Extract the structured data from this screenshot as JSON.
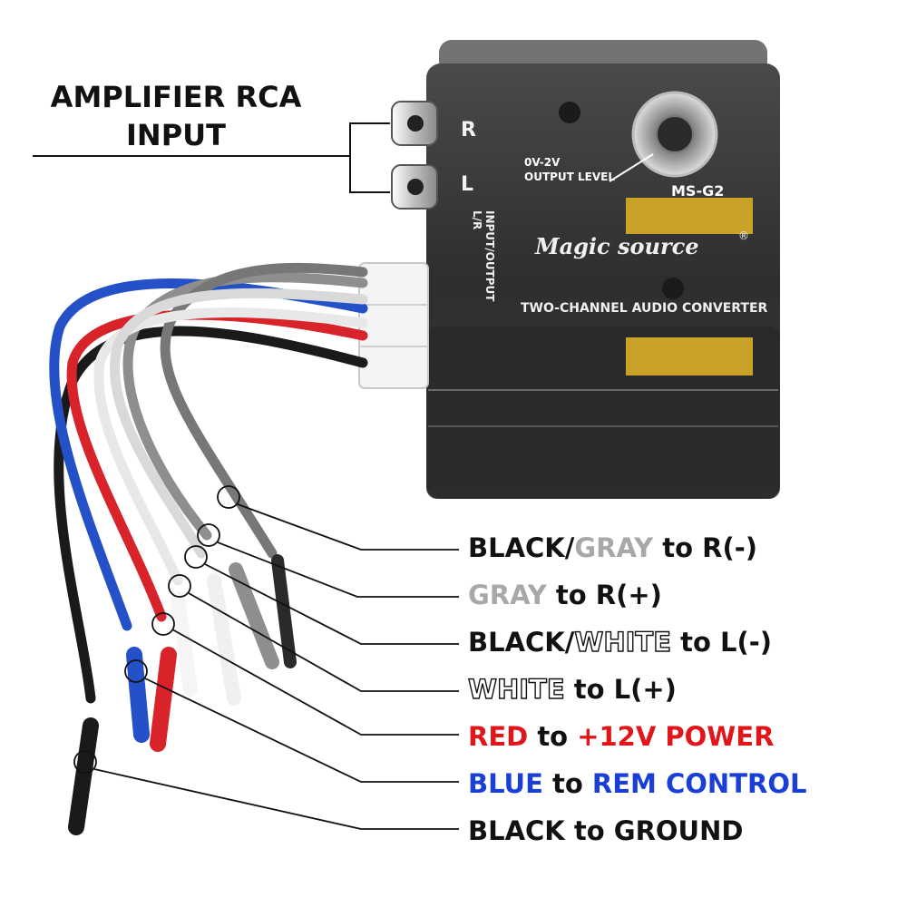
{
  "colors": {
    "label_black": "#111111",
    "label_gray": "#a8a8a8",
    "label_red": "#e0161b",
    "label_blue": "#1a3fd6",
    "housing": "#3a3a3a",
    "wire_black": "#1a1a1a",
    "wire_gray": "#8e8e8e",
    "wire_white": "#f2f2f2",
    "wire_red": "#d8232a",
    "wire_blue": "#2450c8"
  },
  "title": {
    "line1": "AMPLIFIER RCA",
    "line2": "INPUT"
  },
  "device": {
    "rca_r": "R",
    "rca_l": "L",
    "output_level_line1": "0V-2V",
    "output_level_line2": "OUTPUT LEVEL",
    "model": "MS-G2",
    "brand": "Magic source",
    "brand_mark": "®",
    "subtitle": "TWO-CHANNEL AUDIO CONVERTER",
    "port_label_line1": "INPUT/OUTPUT",
    "port_label_line2": "L/R"
  },
  "wire_labels": [
    {
      "part1": "BLACK/",
      "part2": "GRAY",
      "part3": " to R(-)"
    },
    {
      "part1": "GRAY",
      "part2": " to R(+)"
    },
    {
      "part1": "BLACK/",
      "part2": "WHITE",
      "part3": " to L(-)"
    },
    {
      "part1": "WHITE",
      "part2": " to L(+)"
    },
    {
      "part1": "RED",
      "part2": " to ",
      "part3": "+12V POWER"
    },
    {
      "part1": "BLUE",
      "part2": " to ",
      "part3": "REM CONTROL"
    },
    {
      "part1": "BLACK to GROUND"
    }
  ]
}
